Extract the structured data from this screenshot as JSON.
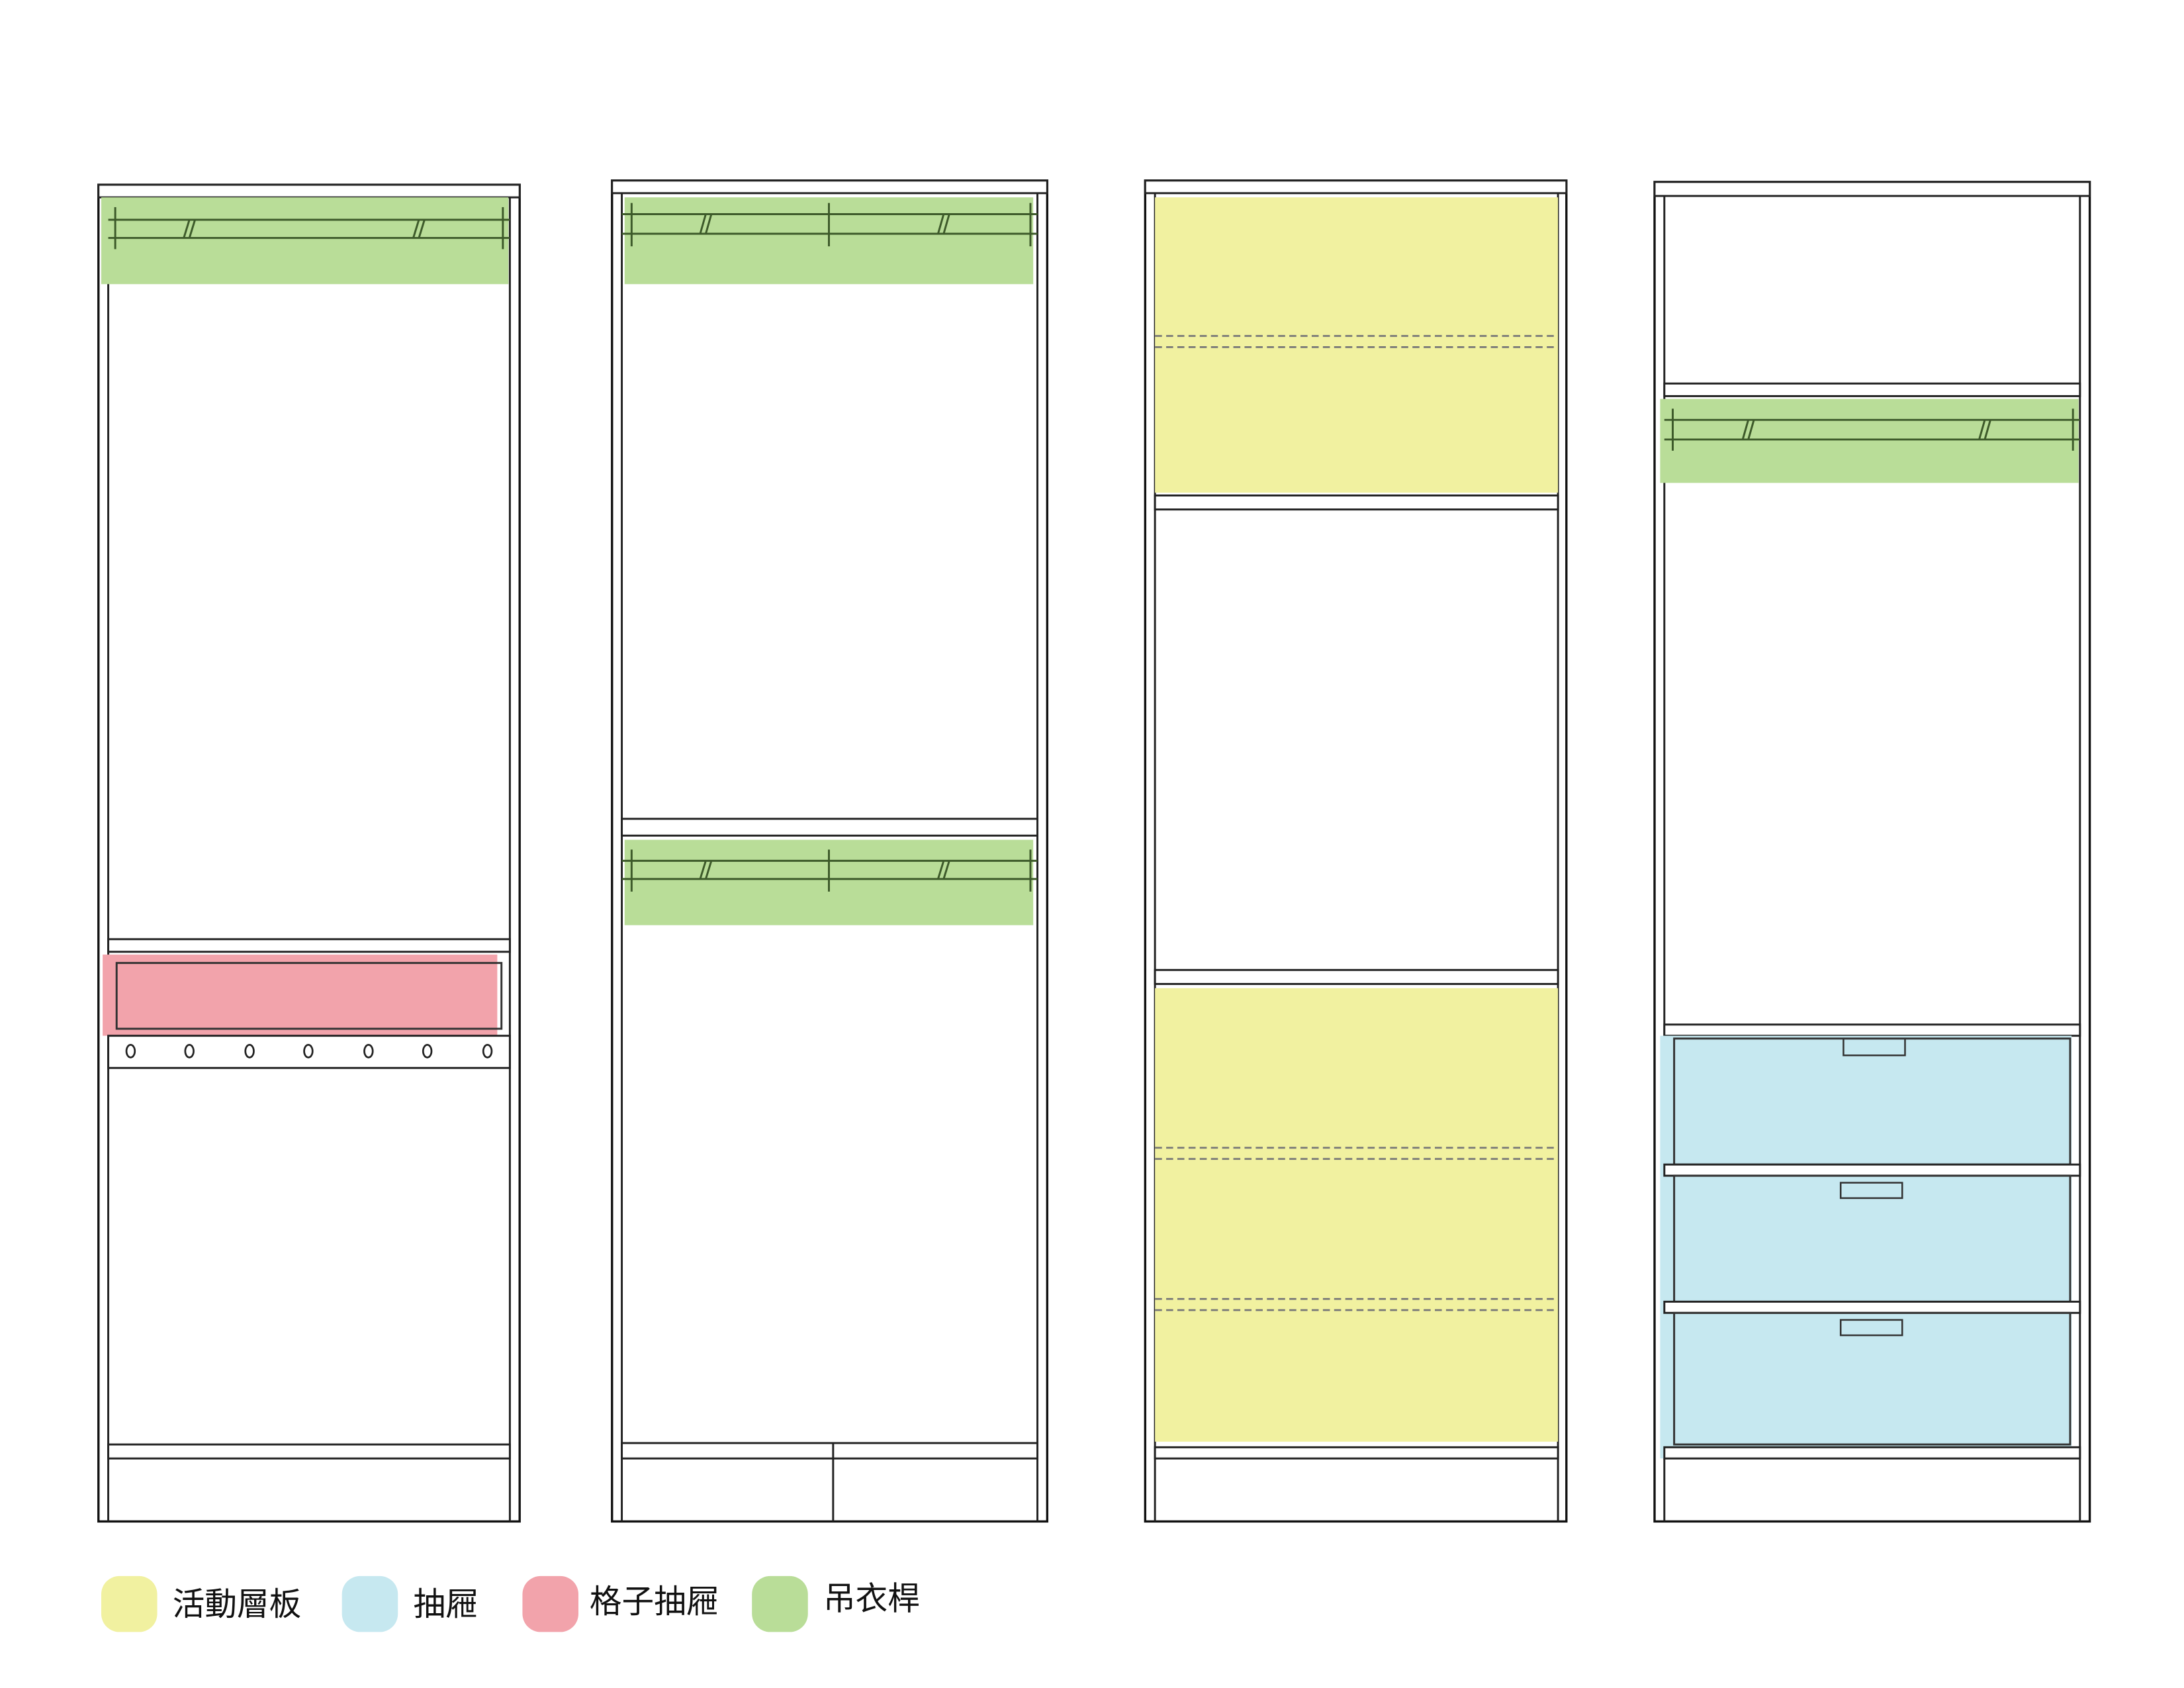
{
  "colors": {
    "adjustable_shelf": "#f1f1a0",
    "drawer": "#c6e8f0",
    "grid_drawer": "#f2a3ab",
    "hanging_rod": "#b9dd98"
  },
  "legend": [
    {
      "label": "活動層板",
      "color": "#f1f1a0"
    },
    {
      "label": "抽屜",
      "color": "#c6e8f0"
    },
    {
      "label": "格子抽屜",
      "color": "#f2a3ab"
    },
    {
      "label": "吊衣桿",
      "color": "#b9dd98"
    }
  ]
}
